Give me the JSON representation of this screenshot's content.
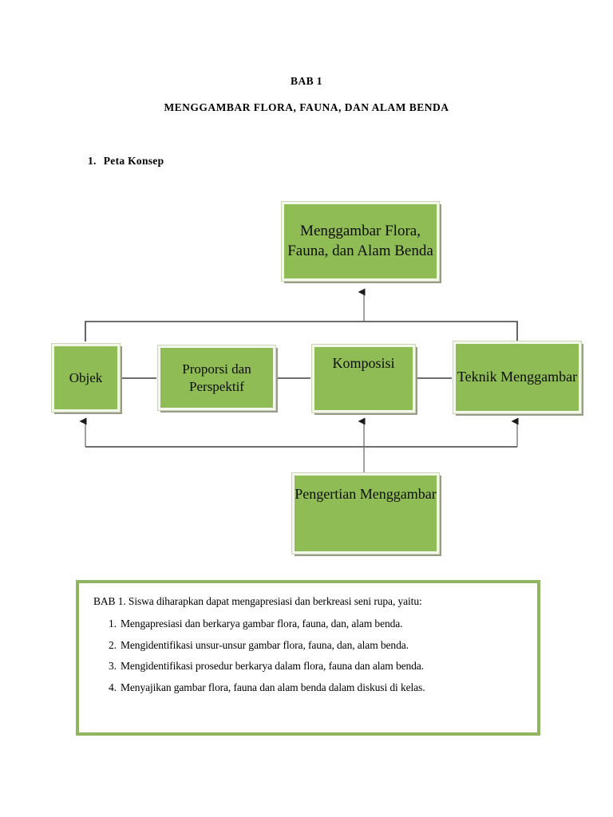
{
  "document": {
    "chapter_title": "BAB 1",
    "chapter_subtitle": "MENGGAMBAR FLORA, FAUNA, DAN ALAM BENDA",
    "section": {
      "number": "1.",
      "label": "Peta Konsep"
    }
  },
  "concept_map": {
    "nodes": {
      "root": "Menggambar Flora, Fauna, dan Alam Benda",
      "objek": "Objek",
      "proporsi": "Proporsi dan Perspektif",
      "komposisi": "Komposisi",
      "teknik": "Teknik Menggambar",
      "pengertian": "Pengertian Menggambar"
    },
    "colors": {
      "node_fill": "#8FBC55",
      "node_inner_border": "#F4F7EC",
      "node_shadow": "#9A9A8A",
      "connector": "#3F3F3F",
      "panel_border": "#8FB560"
    }
  },
  "objectives": {
    "intro": "BAB 1. Siswa diharapkan  dapat mengapresiasi dan berkreasi seni rupa, yaitu:",
    "items": [
      {
        "marker": "1.",
        "text": "Mengapresiasi dan berkarya gambar flora, fauna, dan, alam benda."
      },
      {
        "marker": "2.",
        "text": "Mengidentifikasi unsur-unsur gambar flora, fauna, dan, alam benda."
      },
      {
        "marker": "3.",
        "text": "Mengidentifikasi prosedur berkarya dalam flora, fauna dan alam benda."
      },
      {
        "marker": "4.",
        "text": "Menyajikan gambar flora, fauna dan alam benda dalam diskusi di kelas."
      }
    ]
  }
}
